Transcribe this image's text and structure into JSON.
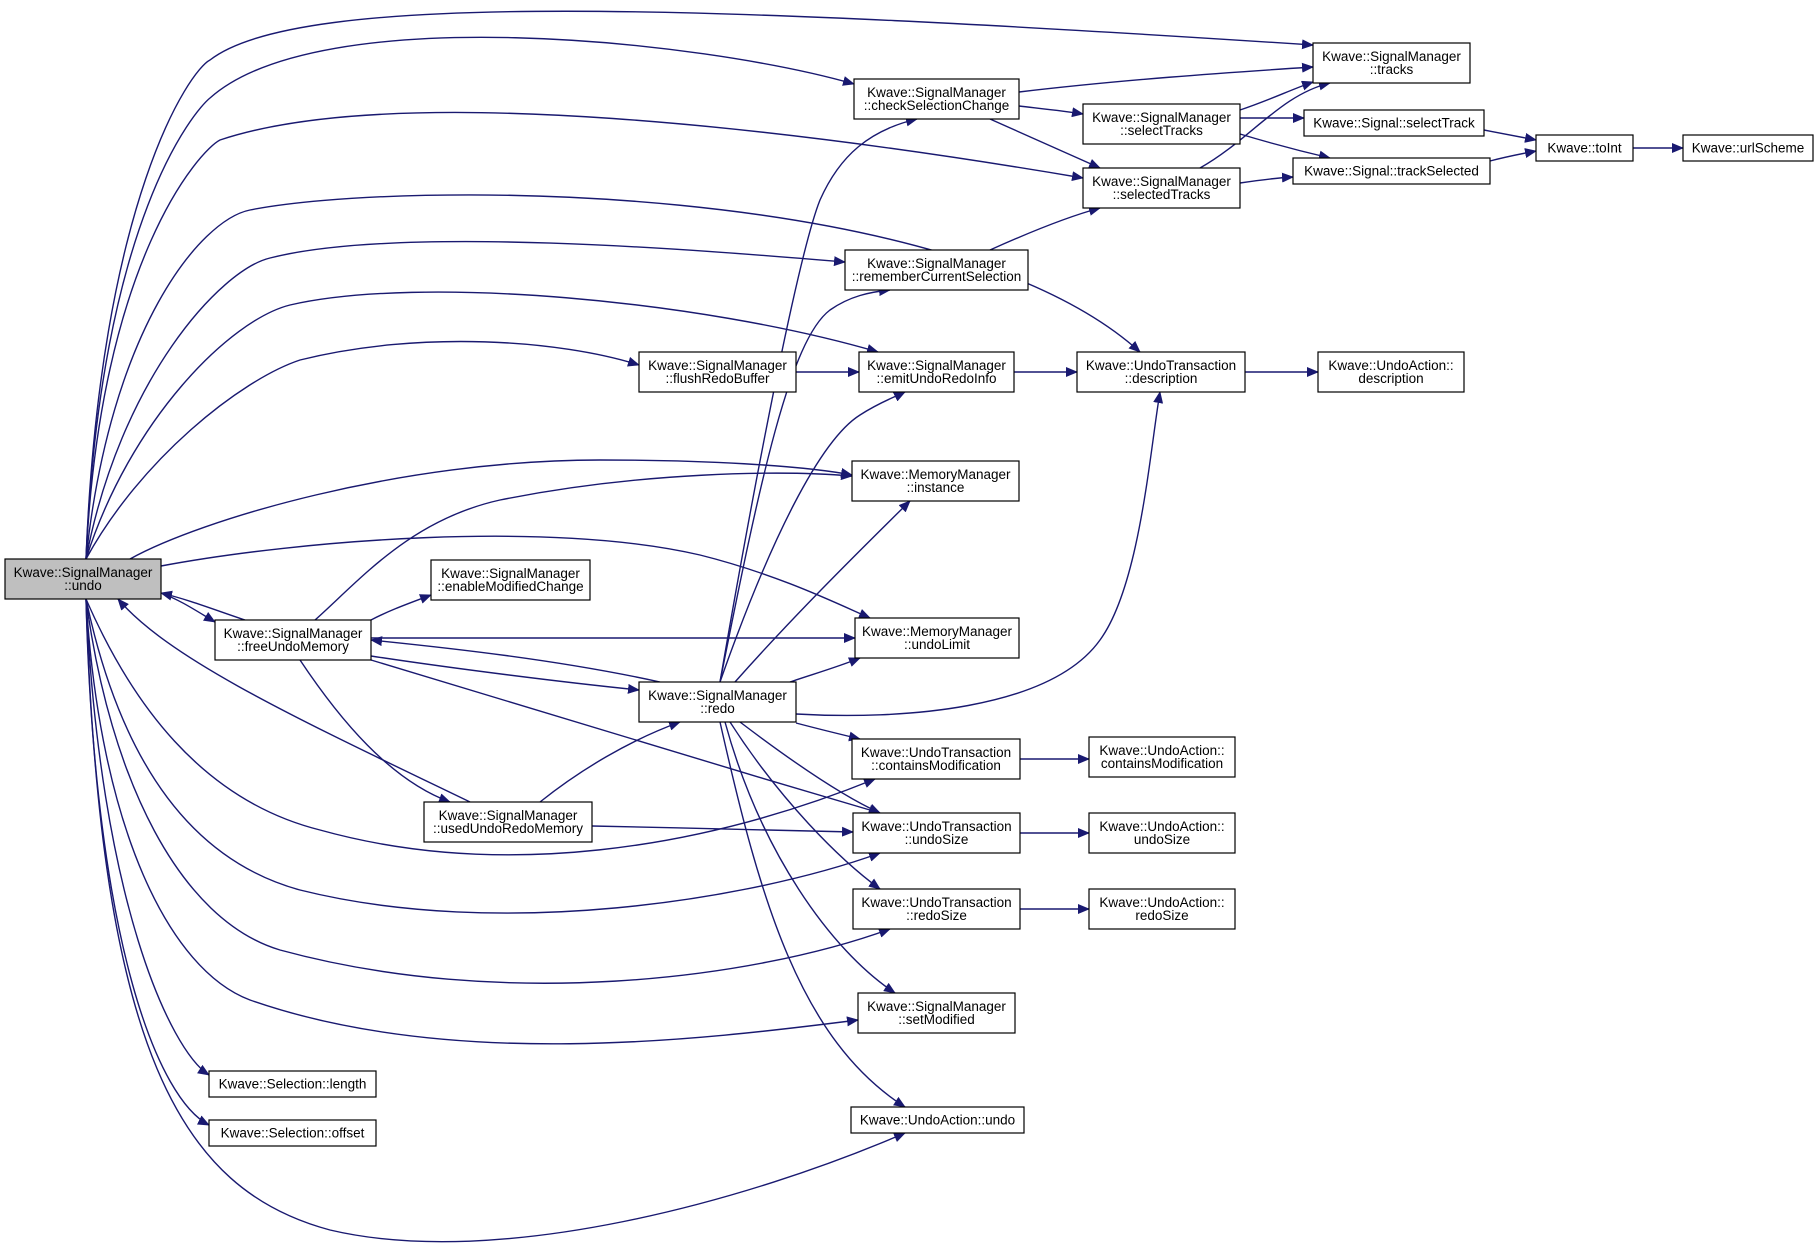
{
  "colors": {
    "edge": "#191970",
    "node_border": "#000000",
    "node_fill": "#ffffff",
    "root_fill": "#bfbfbf"
  },
  "nodes": [
    {
      "id": "undo_root",
      "lines": [
        "Kwave::SignalManager",
        "::undo"
      ],
      "root": true
    },
    {
      "id": "sm_tracks",
      "lines": [
        "Kwave::SignalManager",
        "::tracks"
      ]
    },
    {
      "id": "check_sel",
      "lines": [
        "Kwave::SignalManager",
        "::checkSelectionChange"
      ]
    },
    {
      "id": "select_tracks",
      "lines": [
        "Kwave::SignalManager",
        "::selectTracks"
      ]
    },
    {
      "id": "sig_select_track",
      "lines": [
        "Kwave::Signal::selectTrack"
      ]
    },
    {
      "id": "to_int",
      "lines": [
        "Kwave::toInt"
      ]
    },
    {
      "id": "url_scheme",
      "lines": [
        "Kwave::urlScheme"
      ]
    },
    {
      "id": "selected_tracks",
      "lines": [
        "Kwave::SignalManager",
        "::selectedTracks"
      ]
    },
    {
      "id": "sig_track_selected",
      "lines": [
        "Kwave::Signal::trackSelected"
      ]
    },
    {
      "id": "remember_sel",
      "lines": [
        "Kwave::SignalManager",
        "::rememberCurrentSelection"
      ]
    },
    {
      "id": "flush_redo",
      "lines": [
        "Kwave::SignalManager",
        "::flushRedoBuffer"
      ]
    },
    {
      "id": "emit_undo_redo",
      "lines": [
        "Kwave::SignalManager",
        "::emitUndoRedoInfo"
      ]
    },
    {
      "id": "ut_description",
      "lines": [
        "Kwave::UndoTransaction",
        "::description"
      ]
    },
    {
      "id": "ua_description",
      "lines": [
        "Kwave::UndoAction::",
        "description"
      ]
    },
    {
      "id": "mm_instance",
      "lines": [
        "Kwave::MemoryManager",
        "::instance"
      ]
    },
    {
      "id": "enable_mod",
      "lines": [
        "Kwave::SignalManager",
        "::enableModifiedChange"
      ]
    },
    {
      "id": "free_undo",
      "lines": [
        "Kwave::SignalManager",
        "::freeUndoMemory"
      ]
    },
    {
      "id": "mm_undo_limit",
      "lines": [
        "Kwave::MemoryManager",
        "::undoLimit"
      ]
    },
    {
      "id": "redo",
      "lines": [
        "Kwave::SignalManager",
        "::redo"
      ]
    },
    {
      "id": "ut_contains",
      "lines": [
        "Kwave::UndoTransaction",
        "::containsModification"
      ]
    },
    {
      "id": "ua_contains",
      "lines": [
        "Kwave::UndoAction::",
        "containsModification"
      ]
    },
    {
      "id": "used_undo_redo",
      "lines": [
        "Kwave::SignalManager",
        "::usedUndoRedoMemory"
      ]
    },
    {
      "id": "ut_undo_size",
      "lines": [
        "Kwave::UndoTransaction",
        "::undoSize"
      ]
    },
    {
      "id": "ua_undo_size",
      "lines": [
        "Kwave::UndoAction::",
        "undoSize"
      ]
    },
    {
      "id": "ut_redo_size",
      "lines": [
        "Kwave::UndoTransaction",
        "::redoSize"
      ]
    },
    {
      "id": "ua_redo_size",
      "lines": [
        "Kwave::UndoAction::",
        "redoSize"
      ]
    },
    {
      "id": "set_modified",
      "lines": [
        "Kwave::SignalManager",
        "::setModified"
      ]
    },
    {
      "id": "sel_length",
      "lines": [
        "Kwave::Selection::length"
      ]
    },
    {
      "id": "sel_offset",
      "lines": [
        "Kwave::Selection::offset"
      ]
    },
    {
      "id": "ua_undo",
      "lines": [
        "Kwave::UndoAction::undo"
      ]
    }
  ],
  "edges": [
    [
      "undo_root",
      "sm_tracks"
    ],
    [
      "undo_root",
      "check_sel"
    ],
    [
      "undo_root",
      "selected_tracks"
    ],
    [
      "undo_root",
      "ut_description"
    ],
    [
      "undo_root",
      "remember_sel"
    ],
    [
      "undo_root",
      "emit_undo_redo"
    ],
    [
      "undo_root",
      "flush_redo"
    ],
    [
      "undo_root",
      "mm_instance"
    ],
    [
      "undo_root",
      "mm_undo_limit"
    ],
    [
      "undo_root",
      "free_undo"
    ],
    [
      "undo_root",
      "ut_contains"
    ],
    [
      "undo_root",
      "ut_undo_size"
    ],
    [
      "undo_root",
      "ut_redo_size"
    ],
    [
      "undo_root",
      "set_modified"
    ],
    [
      "undo_root",
      "sel_length"
    ],
    [
      "undo_root",
      "sel_offset"
    ],
    [
      "undo_root",
      "ua_undo"
    ],
    [
      "check_sel",
      "sm_tracks"
    ],
    [
      "check_sel",
      "select_tracks"
    ],
    [
      "check_sel",
      "selected_tracks"
    ],
    [
      "select_tracks",
      "sm_tracks"
    ],
    [
      "select_tracks",
      "sig_select_track"
    ],
    [
      "select_tracks",
      "sig_track_selected"
    ],
    [
      "selected_tracks",
      "sm_tracks"
    ],
    [
      "selected_tracks",
      "sig_track_selected"
    ],
    [
      "sig_select_track",
      "to_int"
    ],
    [
      "sig_track_selected",
      "to_int"
    ],
    [
      "to_int",
      "url_scheme"
    ],
    [
      "remember_sel",
      "selected_tracks"
    ],
    [
      "flush_redo",
      "emit_undo_redo"
    ],
    [
      "emit_undo_redo",
      "ut_description"
    ],
    [
      "ut_description",
      "ua_description"
    ],
    [
      "free_undo",
      "undo_root"
    ],
    [
      "free_undo",
      "mm_instance"
    ],
    [
      "free_undo",
      "enable_mod"
    ],
    [
      "free_undo",
      "mm_undo_limit"
    ],
    [
      "free_undo",
      "redo"
    ],
    [
      "free_undo",
      "used_undo_redo"
    ],
    [
      "free_undo",
      "ut_undo_size"
    ],
    [
      "redo",
      "check_sel"
    ],
    [
      "redo",
      "remember_sel"
    ],
    [
      "redo",
      "emit_undo_redo"
    ],
    [
      "redo",
      "mm_instance"
    ],
    [
      "redo",
      "ut_description"
    ],
    [
      "redo",
      "mm_undo_limit"
    ],
    [
      "redo",
      "free_undo"
    ],
    [
      "redo",
      "ut_contains"
    ],
    [
      "redo",
      "ut_undo_size"
    ],
    [
      "redo",
      "ut_redo_size"
    ],
    [
      "redo",
      "set_modified"
    ],
    [
      "redo",
      "ua_undo"
    ],
    [
      "used_undo_redo",
      "undo_root"
    ],
    [
      "used_undo_redo",
      "redo"
    ],
    [
      "used_undo_redo",
      "ut_undo_size"
    ],
    [
      "ut_contains",
      "ua_contains"
    ],
    [
      "ut_undo_size",
      "ua_undo_size"
    ],
    [
      "ut_redo_size",
      "ua_redo_size"
    ]
  ]
}
